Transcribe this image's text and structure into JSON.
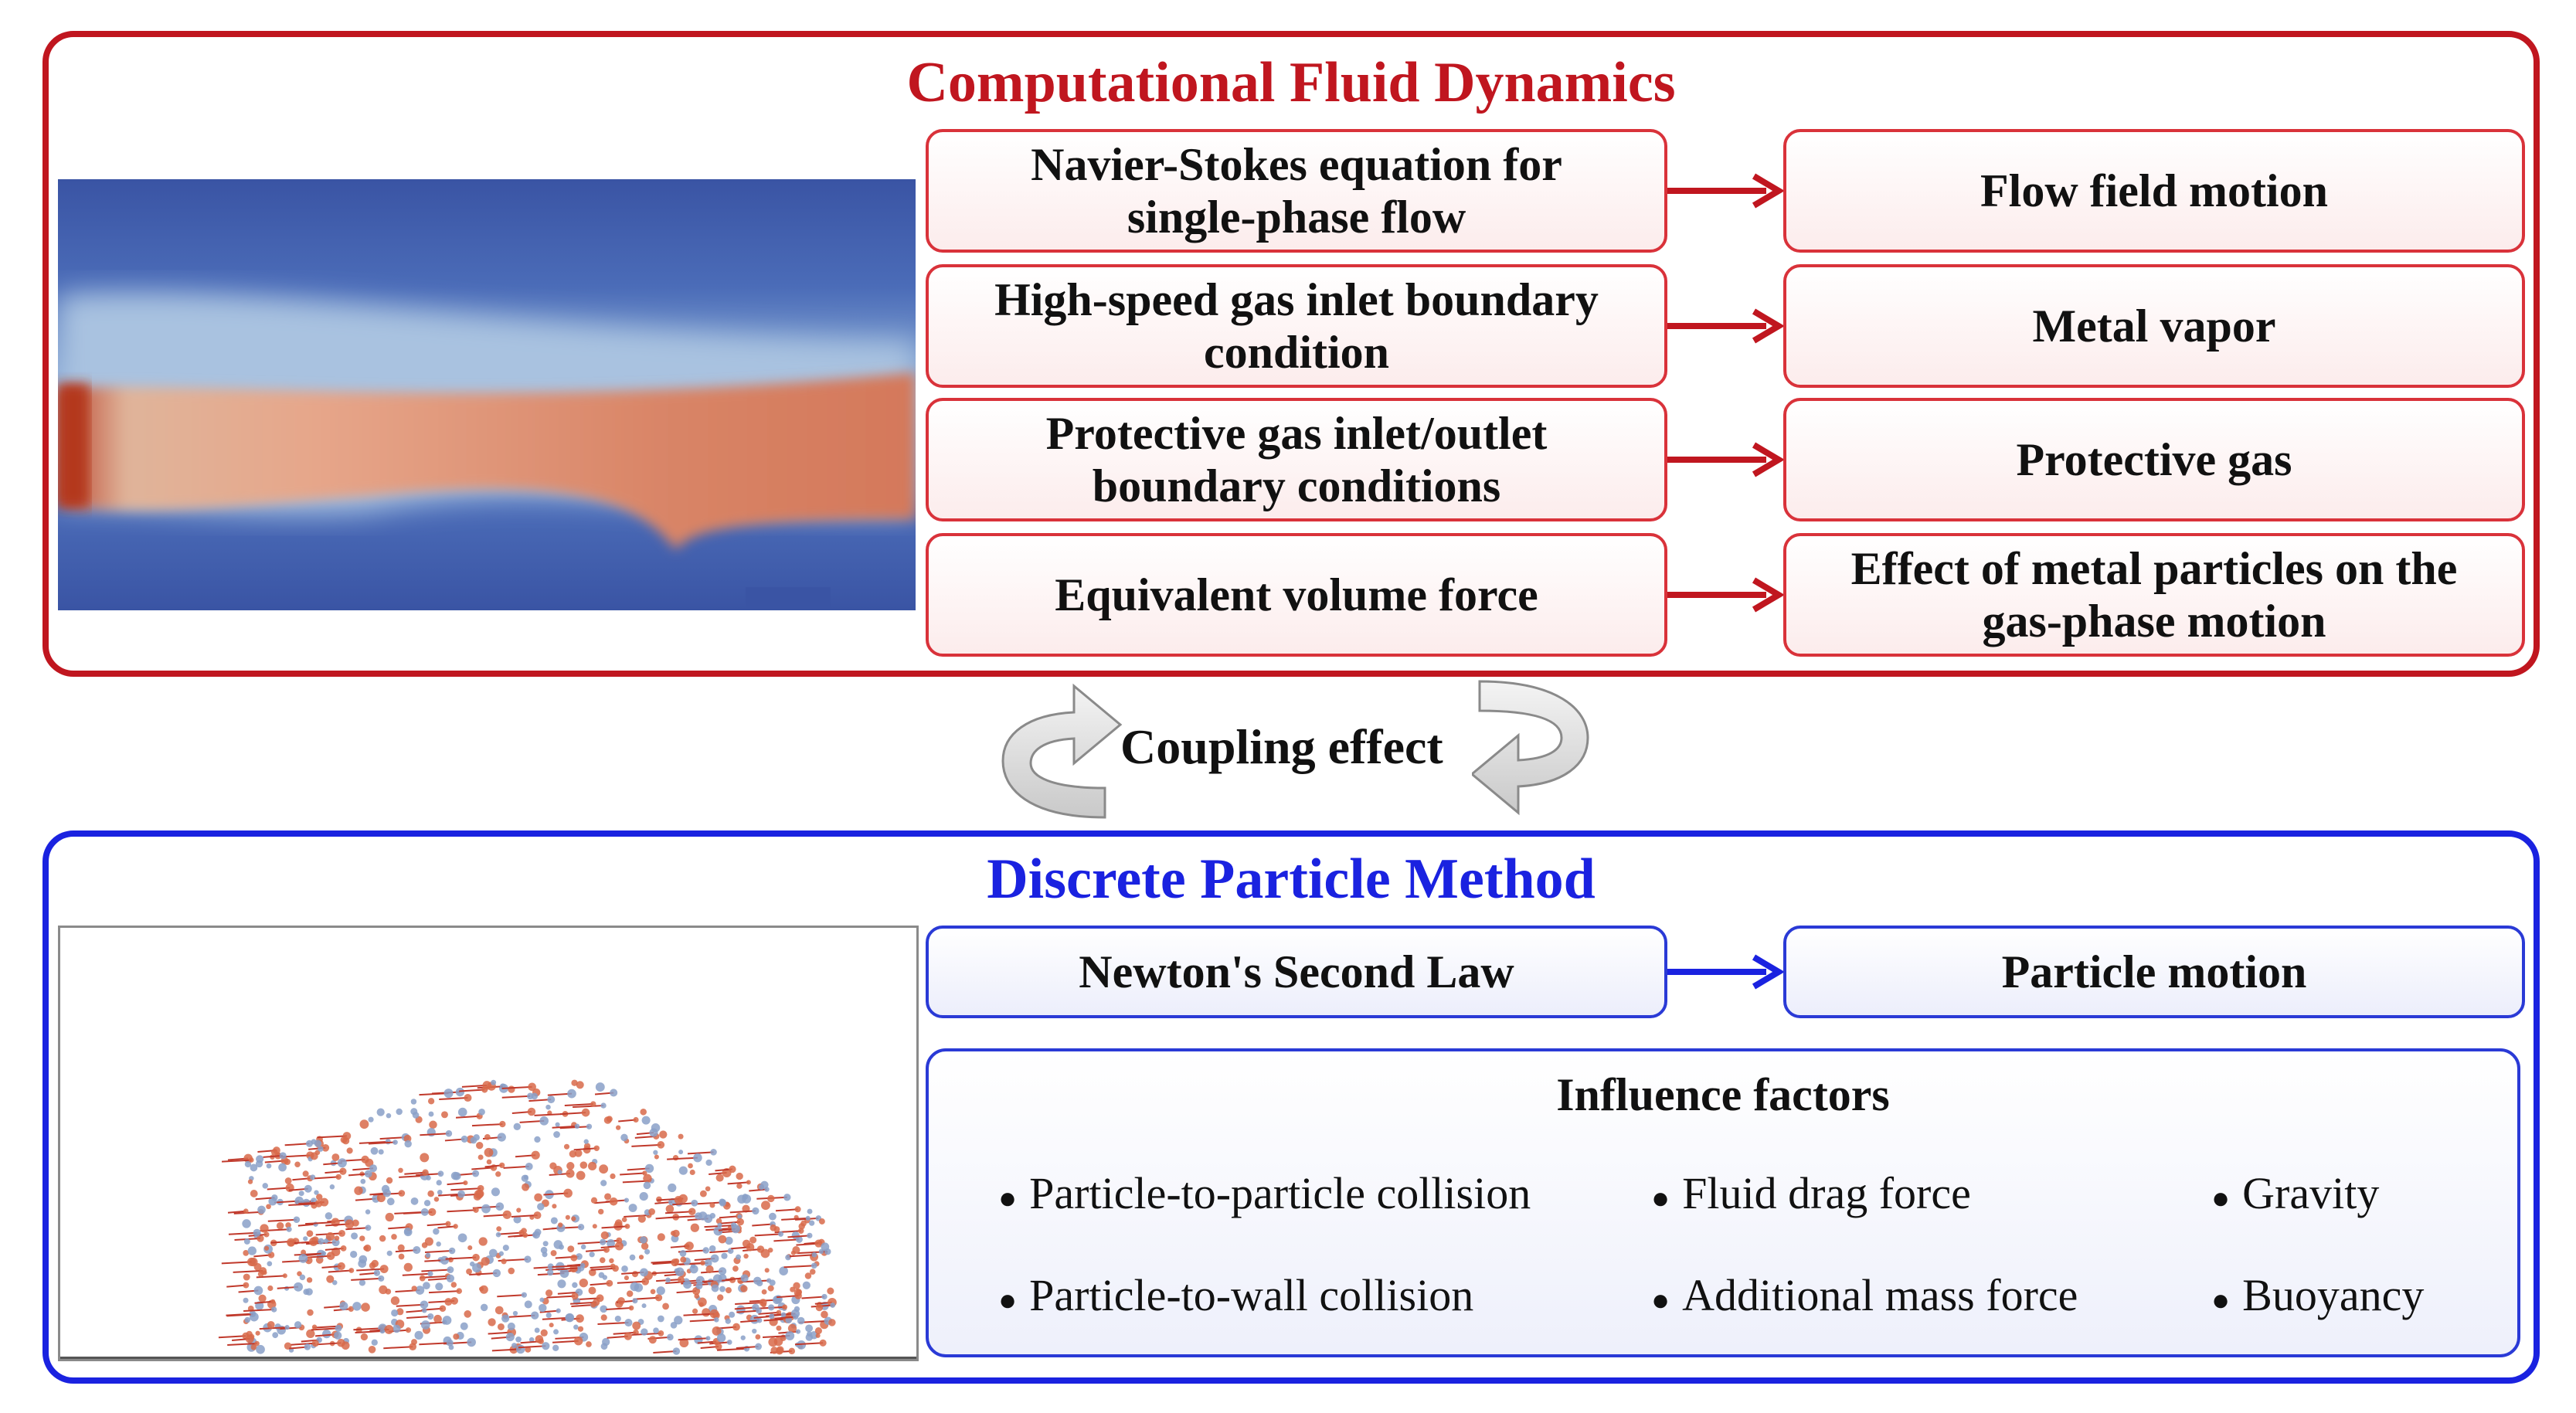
{
  "cfd": {
    "title": "Computational Fluid Dynamics",
    "rows": [
      {
        "left": "Navier-Stokes equation for\nsingle-phase flow",
        "right": "Flow field motion"
      },
      {
        "left": "High-speed gas inlet boundary\ncondition",
        "right": "Metal vapor"
      },
      {
        "left": "Protective gas inlet/outlet\nboundary conditions",
        "right": "Protective gas"
      },
      {
        "left": "Equivalent volume force",
        "right": "Effect of metal particles on the\ngas-phase motion"
      }
    ],
    "accent_color": "#c0161f"
  },
  "coupling": {
    "label": "Coupling effect"
  },
  "dpm": {
    "title": "Discrete Particle Method",
    "law": "Newton's Second Law",
    "result": "Particle motion",
    "influence_title": "Influence factors",
    "factors": [
      "Particle-to-particle collision",
      "Fluid drag force",
      "Gravity",
      "Particle-to-wall collision",
      "Additional mass force",
      "Buoyancy"
    ],
    "accent_color": "#1a22e0"
  },
  "icons": {
    "bullet": "●",
    "flow_image": "velocity-field-image",
    "particle_image": "particle-scatter-image",
    "coupling": "circular-arrows-icon"
  }
}
